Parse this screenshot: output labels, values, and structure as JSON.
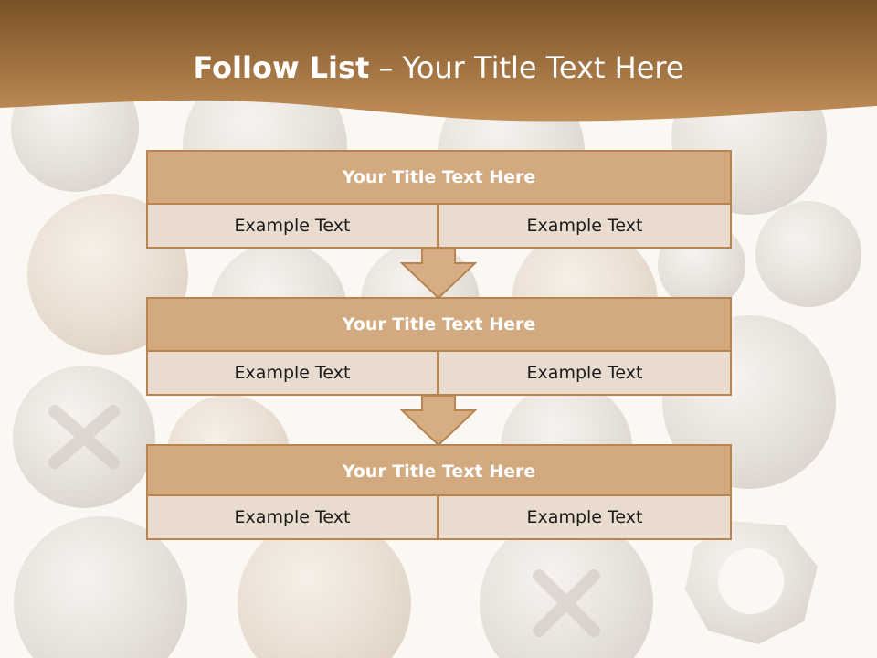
{
  "slide": {
    "title_bold": "Follow List",
    "title_rest": "– Your Title Text Here"
  },
  "items": [
    {
      "title": "Your Title Text Here",
      "left": "Example Text",
      "right": "Example Text"
    },
    {
      "title": "Your Title Text Here",
      "left": "Example Text",
      "right": "Example Text"
    },
    {
      "title": "Your Title Text Here",
      "left": "Example Text",
      "right": "Example Text"
    }
  ],
  "colors": {
    "header_dark": "#7a5127",
    "header_light": "#c18f58",
    "box_fill": "#d3aa80",
    "box_border": "#b8844f",
    "cell_fill": "#eadbcf",
    "arrow_fill": "#d6ad84"
  }
}
